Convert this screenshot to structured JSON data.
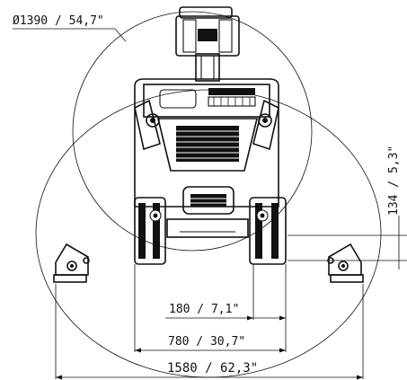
{
  "dimensions": {
    "diameter": "Ø1390 / 54,7\"",
    "vertical": "134 / 5,3\"",
    "width_small": "180 / 7,1\"",
    "width_track": "780 / 30,7\"",
    "width_outriggers": "1580 / 62,3\""
  },
  "colors": {
    "line": "#111111",
    "background": "#ffffff"
  }
}
